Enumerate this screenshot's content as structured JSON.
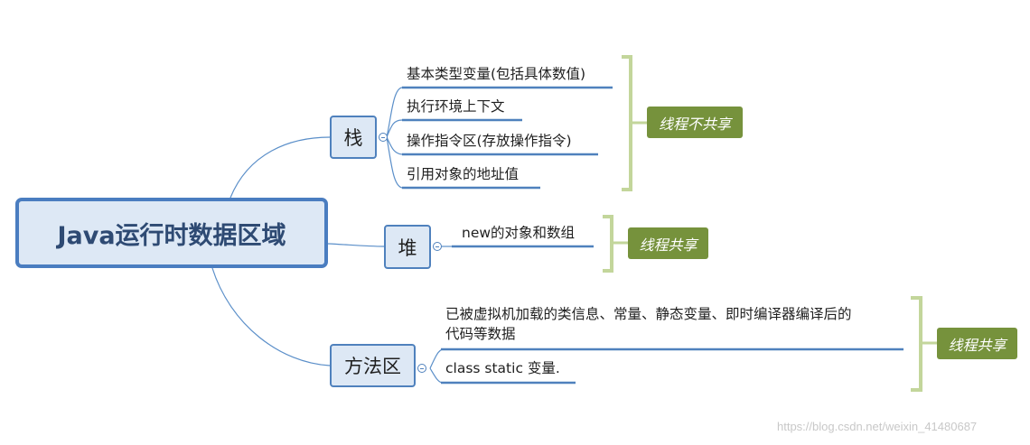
{
  "root": {
    "label": "Java运行时数据区域"
  },
  "branches": [
    {
      "label": "栈",
      "items": [
        "基本类型变量(包括具体数值)",
        "执行环境上下文",
        "操作指令区(存放操作指令)",
        "引用对象的地址值"
      ],
      "tag": "线程不共享"
    },
    {
      "label": "堆",
      "items": [
        "new的对象和数组"
      ],
      "tag": "线程共享"
    },
    {
      "label": "方法区",
      "items": [
        "已被虚拟机加载的类信息、常量、静态变量、即时编译器编译后的",
        "代码等数据",
        "class static 变量."
      ],
      "tag": "线程共享"
    }
  ],
  "watermark": "https://blog.csdn.net/weixin_41480687",
  "colors": {
    "node_fill": "#dde8f5",
    "node_border": "#4f81bd",
    "tag_fill": "#76923c",
    "bracket": "#c3d69b",
    "connector": "#4f81bd"
  }
}
